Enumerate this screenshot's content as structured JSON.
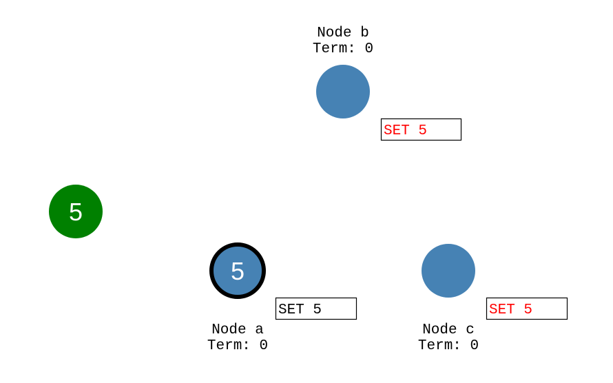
{
  "colors": {
    "node_fill": "#4682b4",
    "client_fill": "#008000",
    "leader_stroke": "#000000",
    "uncommitted_text": "#ff0000",
    "committed_text": "#000000",
    "label_text": "#000000",
    "value_text": "#ffffff"
  },
  "client": {
    "value": "5"
  },
  "nodes": [
    {
      "id": "a",
      "name": "Node a",
      "term": "Term: 0",
      "value": "5",
      "is_leader": true,
      "log_entry": "SET 5",
      "log_committed": true
    },
    {
      "id": "b",
      "name": "Node b",
      "term": "Term: 0",
      "value": "",
      "is_leader": false,
      "log_entry": "SET 5",
      "log_committed": false
    },
    {
      "id": "c",
      "name": "Node c",
      "term": "Term: 0",
      "value": "",
      "is_leader": false,
      "log_entry": "SET 5",
      "log_committed": false
    }
  ]
}
